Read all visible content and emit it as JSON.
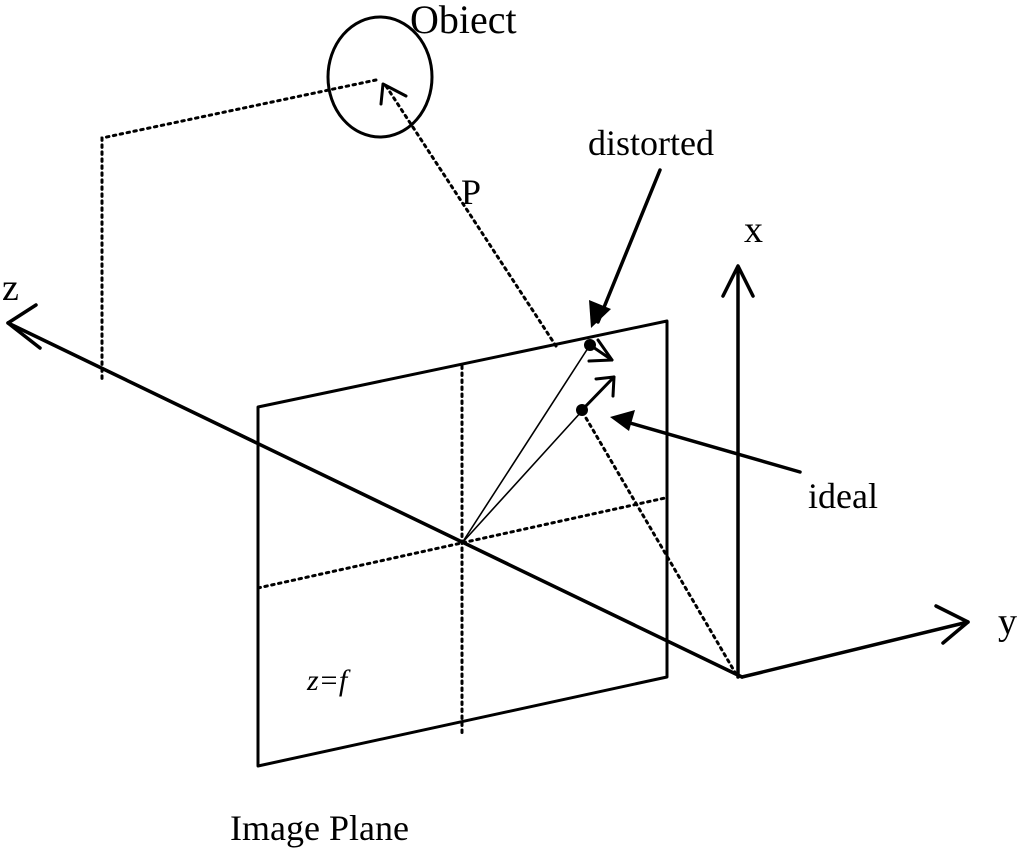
{
  "labels": {
    "object": "Obiect",
    "p": "P",
    "distorted": "distorted",
    "x_axis": "x",
    "y_axis": "y",
    "z_axis": "z",
    "ideal": "ideal",
    "focal": "z=f",
    "image_plane": "Image Plane"
  },
  "colors": {
    "ink": "#000000",
    "background": "#ffffff"
  }
}
